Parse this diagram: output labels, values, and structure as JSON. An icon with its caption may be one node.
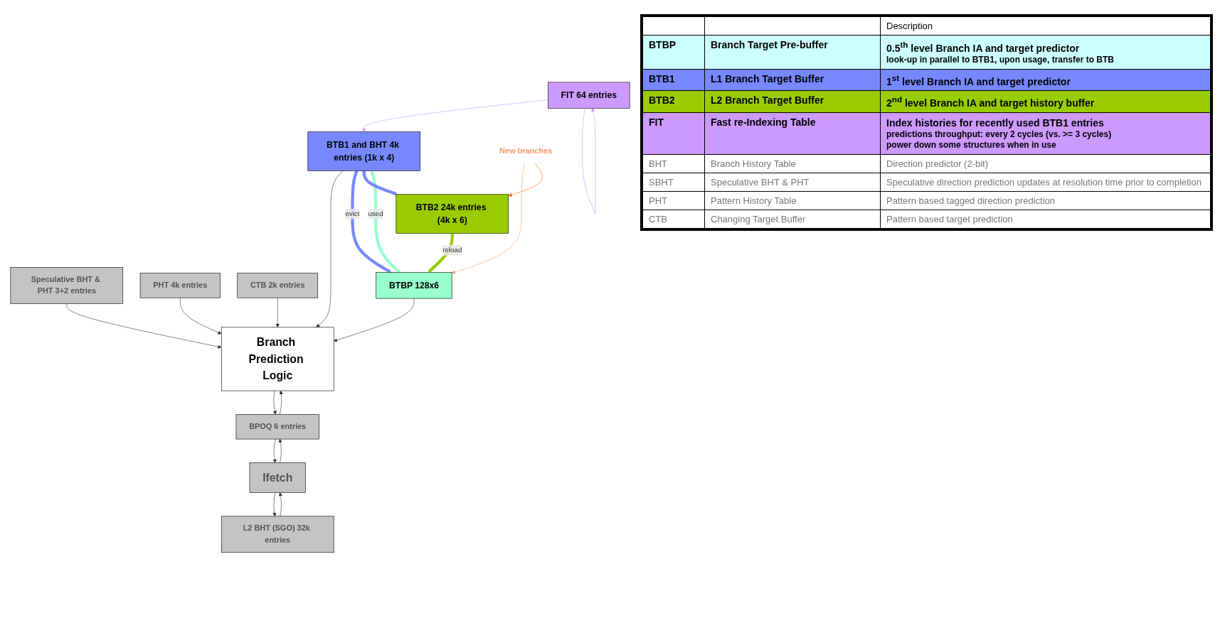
{
  "diagram": {
    "nodes": [
      {
        "text": [
          "BTB1 and BHT 4k entries (1k x 4)"
        ]
      },
      {
        "text": [
          "FIT 64 entries"
        ]
      },
      {
        "text": [
          "Speculative BHT & PHT 3+2 entries"
        ]
      },
      {
        "text": [
          "PHT 4k entries"
        ]
      },
      {
        "text": [
          "CTB 2k entries"
        ]
      },
      {
        "text": [
          "L2 BHT (SGO) 32k entries"
        ]
      },
      {
        "text": [
          "Branch Prediction Logic"
        ]
      },
      {
        "text": [
          "BPOQ 6 entries"
        ]
      },
      {
        "text": [
          "Ifetch"
        ]
      },
      {
        "text": [
          "New branches"
        ]
      },
      {
        "text": [
          "BTBP 128x6"
        ]
      },
      {
        "text": [
          "BTB2 24k entries (4k x 6)"
        ]
      }
    ],
    "edges": [
      {
        "from": 10,
        "to": 0,
        "arrow": "to",
        "label": "used",
        "style": "thick",
        "color": "#99ffcc"
      },
      {
        "from": 1,
        "to": 0,
        "arrow": "to",
        "color": "#cc99ff"
      },
      {
        "from": 1,
        "to": 1,
        "arrow": "to",
        "color": "#cc99ff"
      },
      {
        "from": 0,
        "to": 6,
        "arrow": "to"
      },
      {
        "from": 10,
        "to": 6,
        "arrow": "to"
      },
      {
        "from": 2,
        "to": 6,
        "arrow": "to"
      },
      {
        "from": 3,
        "to": 6,
        "arrow": "to"
      },
      {
        "from": 4,
        "to": 6,
        "arrow": "to"
      },
      {
        "from": 6,
        "to": 7,
        "arrow": "to"
      },
      {
        "from": 7,
        "to": 6,
        "arrow": "to"
      },
      {
        "from": 7,
        "to": 8,
        "arrow": "to"
      },
      {
        "from": 8,
        "to": 7,
        "arrow": "to"
      },
      {
        "from": 8,
        "to": 5,
        "arrow": "to"
      },
      {
        "from": 5,
        "to": 8,
        "arrow": "to"
      },
      {
        "from": 0,
        "to": 10,
        "arrow": "to",
        "label": "evict",
        "style": "thick",
        "color": "#7788ff"
      },
      {
        "from": 0,
        "to": 11,
        "arrow": "to",
        "style": "thick",
        "color": "#7788ff"
      },
      {
        "from": 9,
        "to": 10,
        "arrow": "to",
        "color": "#ff9966"
      },
      {
        "from": 9,
        "to": 11,
        "arrow": "to",
        "color": "#ff6600"
      },
      {
        "from": 11,
        "to": 10,
        "arrow": "to",
        "label": "reload",
        "style": "thick",
        "color": "#99cc00"
      }
    ],
    "labels": [
      "Description",
      "BTBP",
      "Branch Target Pre-buffer",
      "0.5$^{th}$ level Branch IA and target predictor",
      "look-up in parallel to BTB1, upon usage, transfer to BTB",
      "BTB1",
      "L1 Branch Target Buffer",
      "1$^{st}$ level Branch IA and target predictor",
      "BTB2",
      "L2 Branch Target Buffer",
      "2$^{nd}$ level Branch IA and target history buffer",
      "FIT",
      "Fast re-Indexing Table",
      "Index histories for recently used BTB1 entries",
      "predictions throughput: every 2 cycles (vs.  >= 3 cycles)",
      "power down some structures when in use",
      "BHT",
      "Branch History Table",
      "Direction predictor (2-bit)",
      "SBHT",
      "Speculative BHT & PHT",
      "Speculative direction prediction updates at resolution time prior to completion",
      "PHT",
      "Pattern History Table",
      "Pattern based tagged direction prediction",
      "CTB",
      "Changing Target Buffer",
      "Pattern based target prediction"
    ]
  }
}
